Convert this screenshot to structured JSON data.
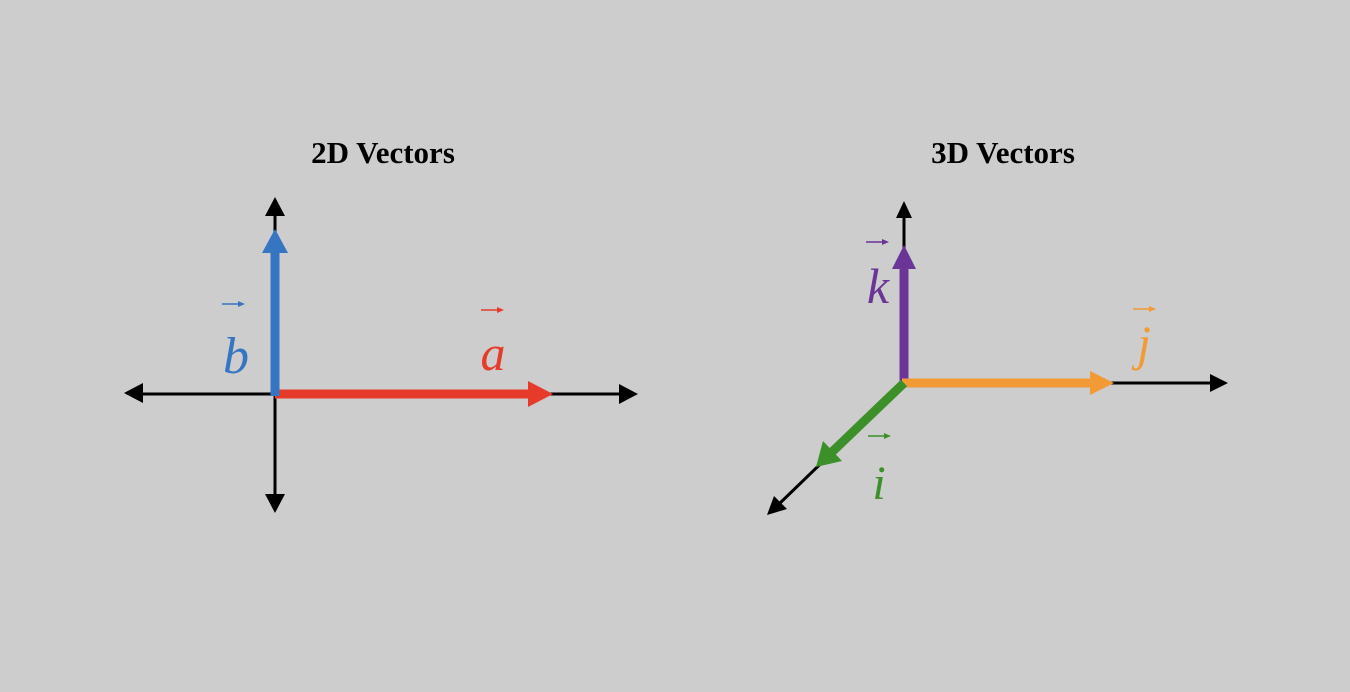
{
  "colors": {
    "background": "#cdcdcd",
    "axis": "#000000",
    "vector_a": "#e63a2b",
    "vector_b": "#3575c2",
    "vector_i": "#3d8f2a",
    "vector_j": "#f19a36",
    "vector_k": "#6a3596"
  },
  "panels": {
    "two_d": {
      "title": "2D Vectors",
      "vectors": {
        "a": {
          "label": "a",
          "color": "#e63a2b"
        },
        "b": {
          "label": "b",
          "color": "#3575c2"
        }
      }
    },
    "three_d": {
      "title": "3D Vectors",
      "vectors": {
        "i": {
          "label": "i",
          "color": "#3d8f2a"
        },
        "j": {
          "label": "j",
          "color": "#f19a36"
        },
        "k": {
          "label": "k",
          "color": "#6a3596"
        }
      }
    }
  }
}
